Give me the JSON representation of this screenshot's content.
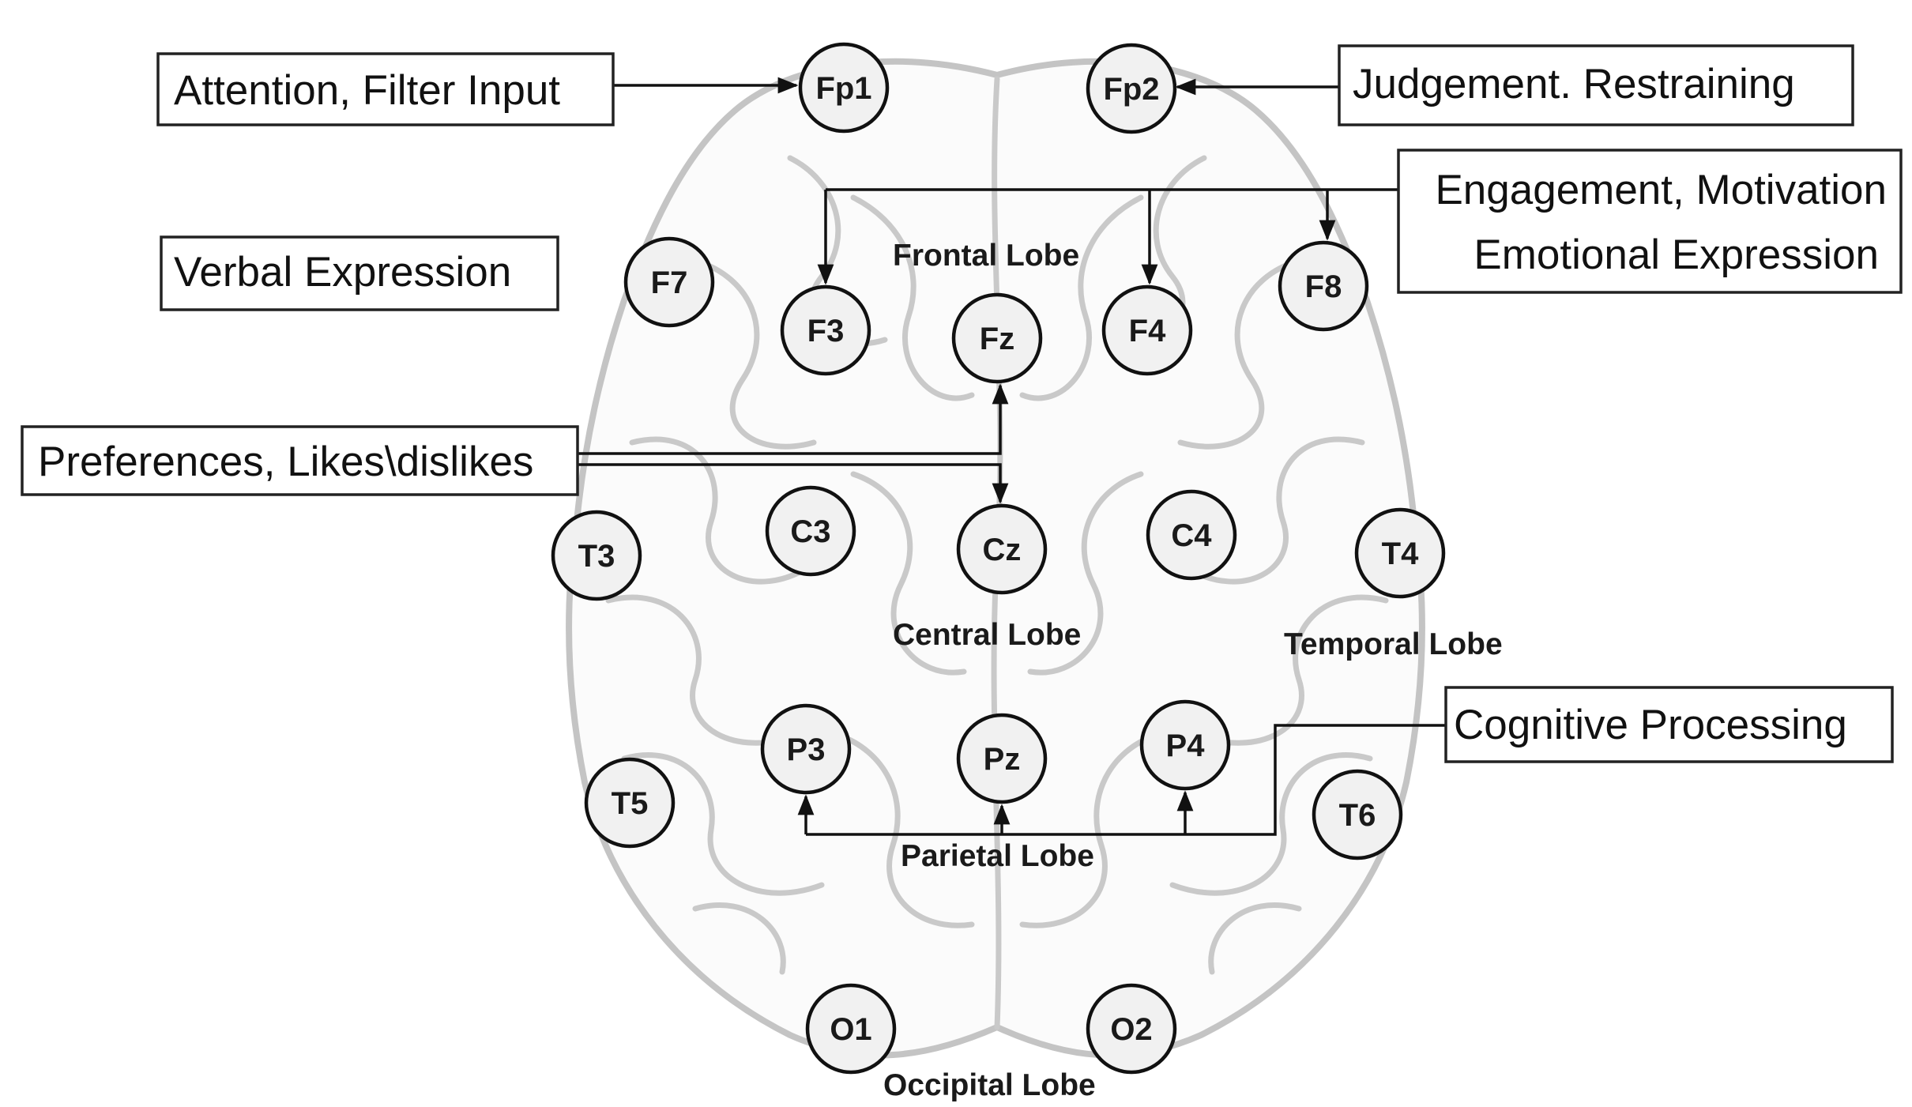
{
  "electrodes": [
    {
      "id": "Fp1",
      "label": "Fp1"
    },
    {
      "id": "Fp2",
      "label": "Fp2"
    },
    {
      "id": "F7",
      "label": "F7"
    },
    {
      "id": "F3",
      "label": "F3"
    },
    {
      "id": "Fz",
      "label": "Fz"
    },
    {
      "id": "F4",
      "label": "F4"
    },
    {
      "id": "F8",
      "label": "F8"
    },
    {
      "id": "T3",
      "label": "T3"
    },
    {
      "id": "C3",
      "label": "C3"
    },
    {
      "id": "Cz",
      "label": "Cz"
    },
    {
      "id": "C4",
      "label": "C4"
    },
    {
      "id": "T4",
      "label": "T4"
    },
    {
      "id": "T5",
      "label": "T5"
    },
    {
      "id": "P3",
      "label": "P3"
    },
    {
      "id": "Pz",
      "label": "Pz"
    },
    {
      "id": "P4",
      "label": "P4"
    },
    {
      "id": "T6",
      "label": "T6"
    },
    {
      "id": "O1",
      "label": "O1"
    },
    {
      "id": "O2",
      "label": "O2"
    }
  ],
  "lobes": {
    "frontal": "Frontal Lobe",
    "central": "Central Lobe",
    "temporal": "Temporal Lobe",
    "parietal": "Parietal Lobe",
    "occipital": "Occipital Lobe"
  },
  "functions": {
    "attention": "Attention, Filter Input",
    "judgement": "Judgement. Restraining",
    "engagement_line1": "Engagement, Motivation",
    "engagement_line2": "Emotional Expression",
    "verbal": "Verbal Expression",
    "preferences": "Preferences, Likes\\dislikes",
    "cognitive": "Cognitive Processing"
  },
  "connections": [
    {
      "from": "Attention, Filter Input",
      "to": [
        "Fp1"
      ]
    },
    {
      "from": "Judgement. Restraining",
      "to": [
        "Fp2"
      ]
    },
    {
      "from": "Engagement, Motivation / Emotional Expression",
      "to": [
        "F3",
        "F4",
        "F8"
      ]
    },
    {
      "from": "Preferences, Likes\\dislikes",
      "to": [
        "Fz",
        "Cz"
      ]
    },
    {
      "from": "Cognitive Processing",
      "to": [
        "P3",
        "Pz",
        "P4"
      ]
    }
  ]
}
